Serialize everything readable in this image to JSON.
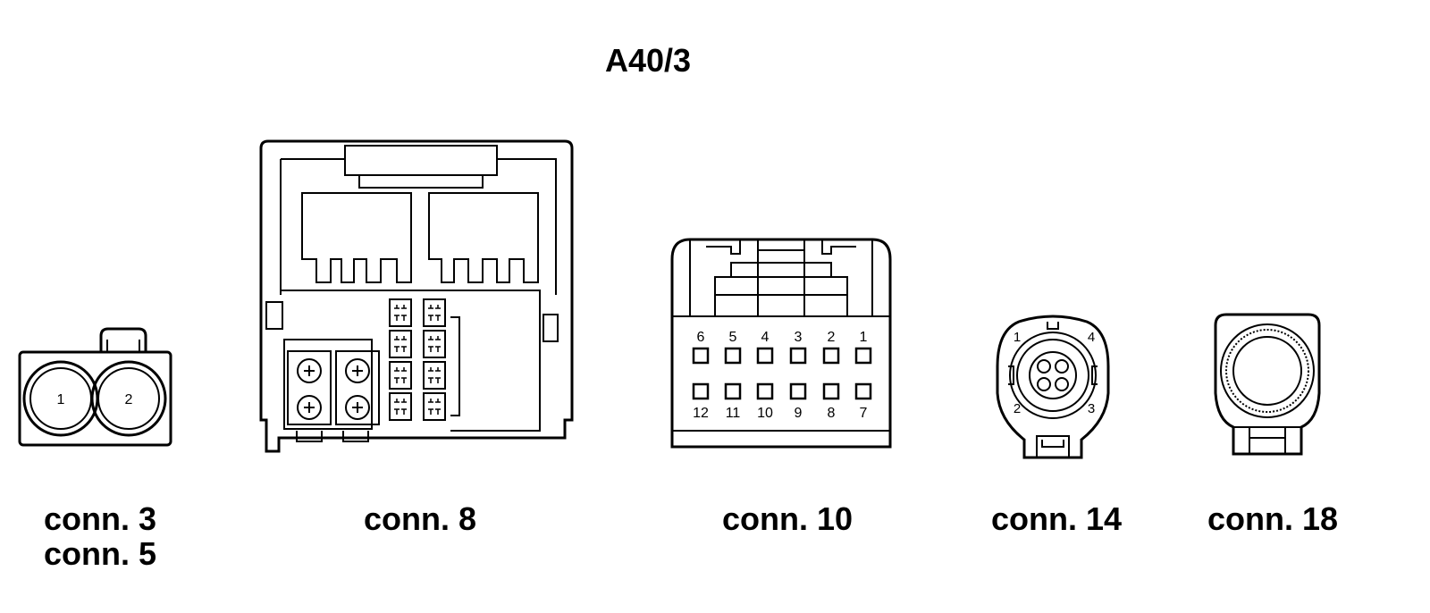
{
  "title": "A40/3",
  "colors": {
    "line": "#000000",
    "background": "#ffffff"
  },
  "connectors": {
    "c3": {
      "labels": [
        "conn. 3",
        "conn. 5"
      ],
      "pins": [
        "1",
        "2"
      ]
    },
    "c8": {
      "label": "conn. 8"
    },
    "c10": {
      "label": "conn. 10",
      "top_pins": [
        "6",
        "5",
        "4",
        "3",
        "2",
        "1"
      ],
      "bottom_pins": [
        "12",
        "11",
        "10",
        "9",
        "8",
        "7"
      ]
    },
    "c14": {
      "label": "conn. 14",
      "pins": [
        "1",
        "4",
        "2",
        "3"
      ]
    },
    "c18": {
      "label": "conn. 18"
    }
  }
}
